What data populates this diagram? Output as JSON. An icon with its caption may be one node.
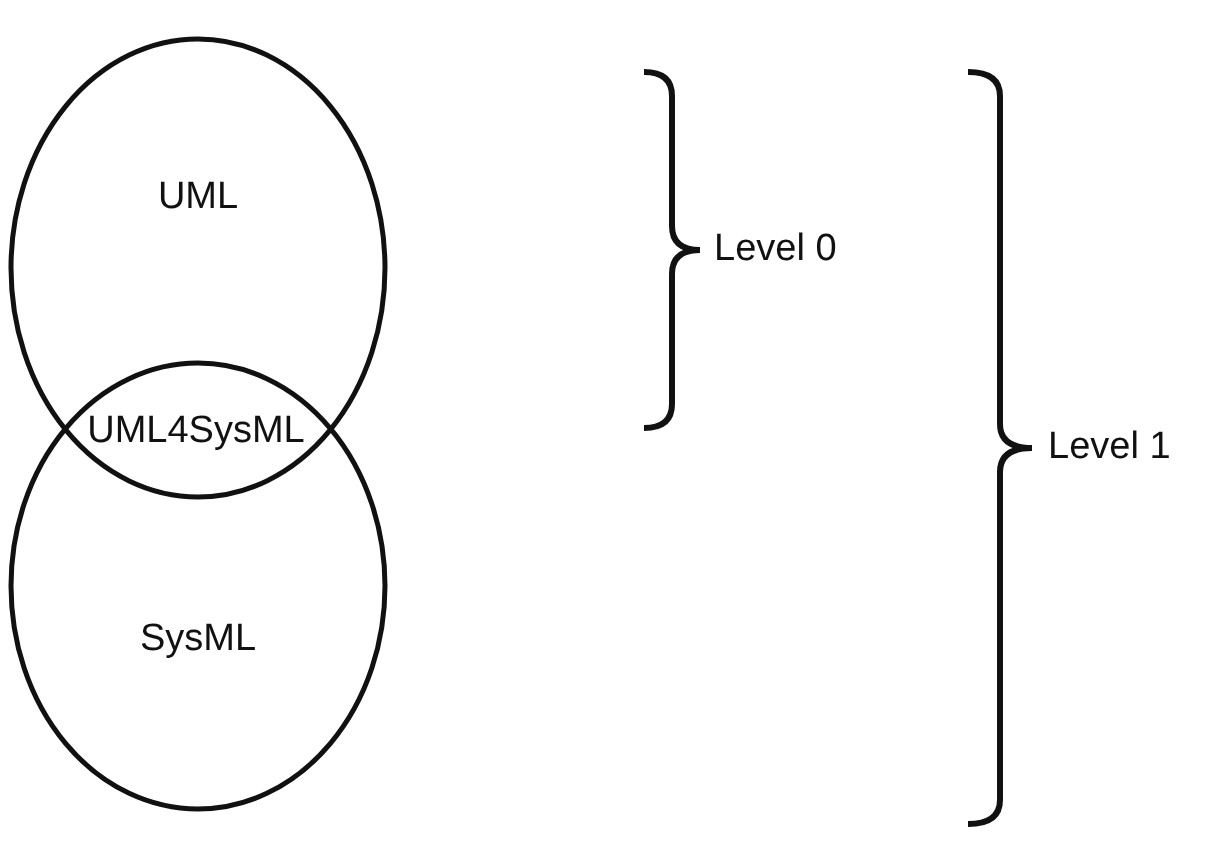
{
  "diagram": {
    "nodes": [
      {
        "text": [
          "UML"
        ]
      },
      {
        "text": [
          "SysML"
        ]
      }
    ],
    "edges": [],
    "labels": [
      "Level 0",
      "UML4SysML",
      "Level 1"
    ]
  }
}
